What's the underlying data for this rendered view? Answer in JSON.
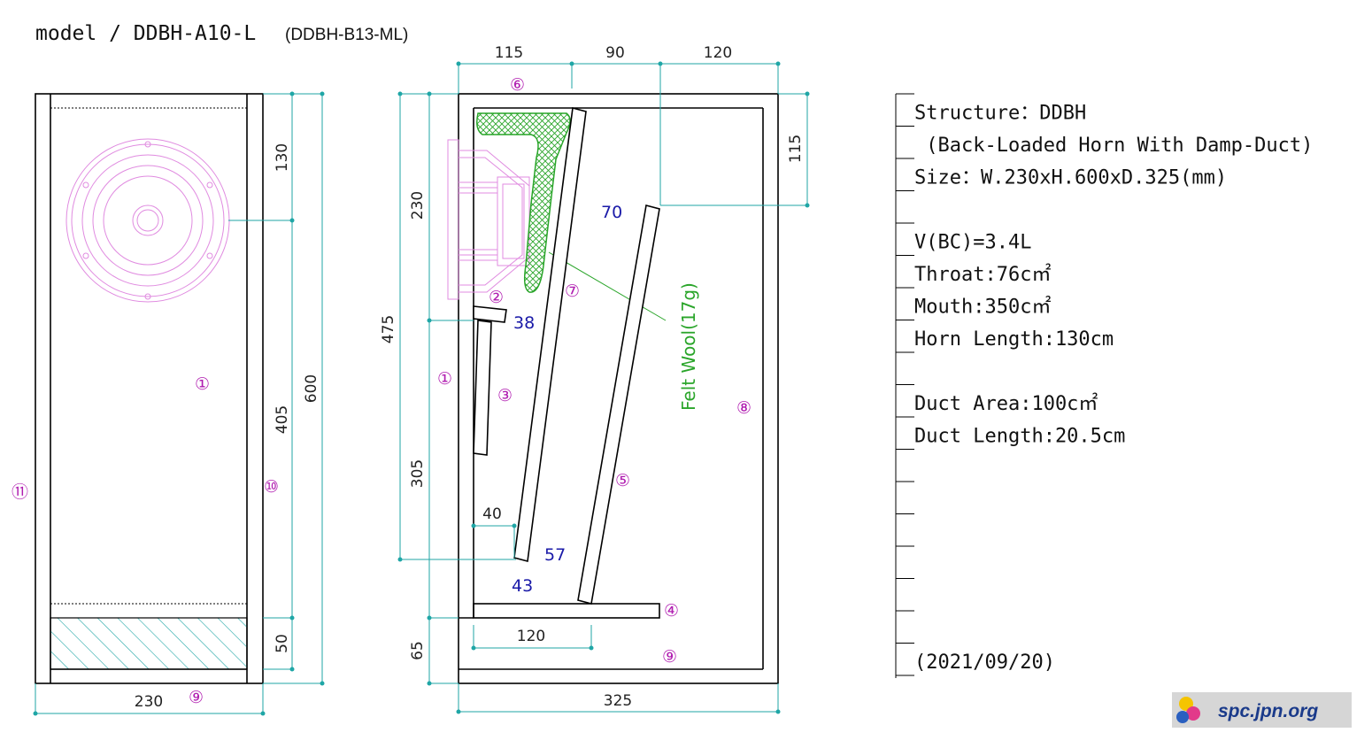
{
  "title": {
    "main": "model / DDBH-A10-L",
    "sub": "(DDBH-B13-ML)"
  },
  "front_view": {
    "dims": {
      "height_top": "130",
      "height_mid": "405",
      "height_bottom": "50",
      "height_total": "600",
      "width": "230"
    },
    "labels": {
      "panel_1": "①",
      "panel_9": "⑨",
      "panel_10": "⑩",
      "panel_11": "⑪"
    }
  },
  "side_view": {
    "dims": {
      "top_a": "115",
      "top_b": "90",
      "top_c": "120",
      "left_a": "230",
      "left_b": "475",
      "left_c": "305",
      "left_d": "65",
      "right_a": "115",
      "bottom_width": "325",
      "inner_120": "120",
      "inner_40": "40"
    },
    "values": {
      "v70": "70",
      "v38": "38",
      "v57": "57",
      "v43": "43"
    },
    "labels": {
      "p1": "①",
      "p2": "②",
      "p3": "③",
      "p4": "④",
      "p5": "⑤",
      "p6": "⑥",
      "p7": "⑦",
      "p8": "⑧",
      "p9": "⑨"
    },
    "felt": "Felt Wool(17g)"
  },
  "specs": [
    "Structure：DDBH",
    " (Back-Loaded Horn With Damp-Duct)",
    "Size：W.230xH.600xD.325(mm)",
    "",
    "V(BC)=3.4L",
    "Throat:76c㎡",
    "Mouth:350c㎡",
    "Horn Length:130cm",
    "",
    "Duct Area:100c㎡",
    "Duct Length:20.5cm",
    "",
    "",
    "",
    "",
    "",
    "",
    "(2021/09/20)"
  ],
  "logo": {
    "text": "spc.jpn.org"
  }
}
